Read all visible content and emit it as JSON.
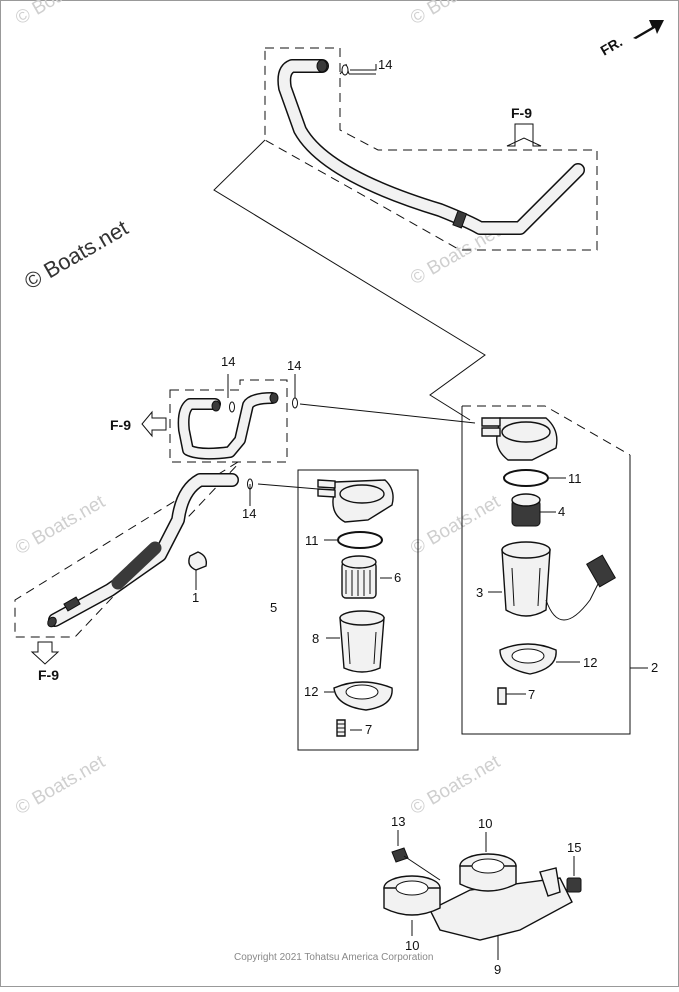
{
  "watermark": "© Boats.net",
  "watermark_large": "© Boats.net",
  "copyright": "Copyright 2021 Tohatsu America Corporation",
  "direction_label": "FR.",
  "ref_label": "F-9",
  "callouts": {
    "c1": "1",
    "c2": "2",
    "c3": "3",
    "c4": "4",
    "c5": "5",
    "c6": "6",
    "c7a": "7",
    "c7b": "7",
    "c8": "8",
    "c9": "9",
    "c10a": "10",
    "c10b": "10",
    "c11a": "11",
    "c11b": "11",
    "c12a": "12",
    "c12b": "12",
    "c13": "13",
    "c14a": "14",
    "c14b": "14",
    "c14c": "14",
    "c14d": "14",
    "c15": "15"
  }
}
